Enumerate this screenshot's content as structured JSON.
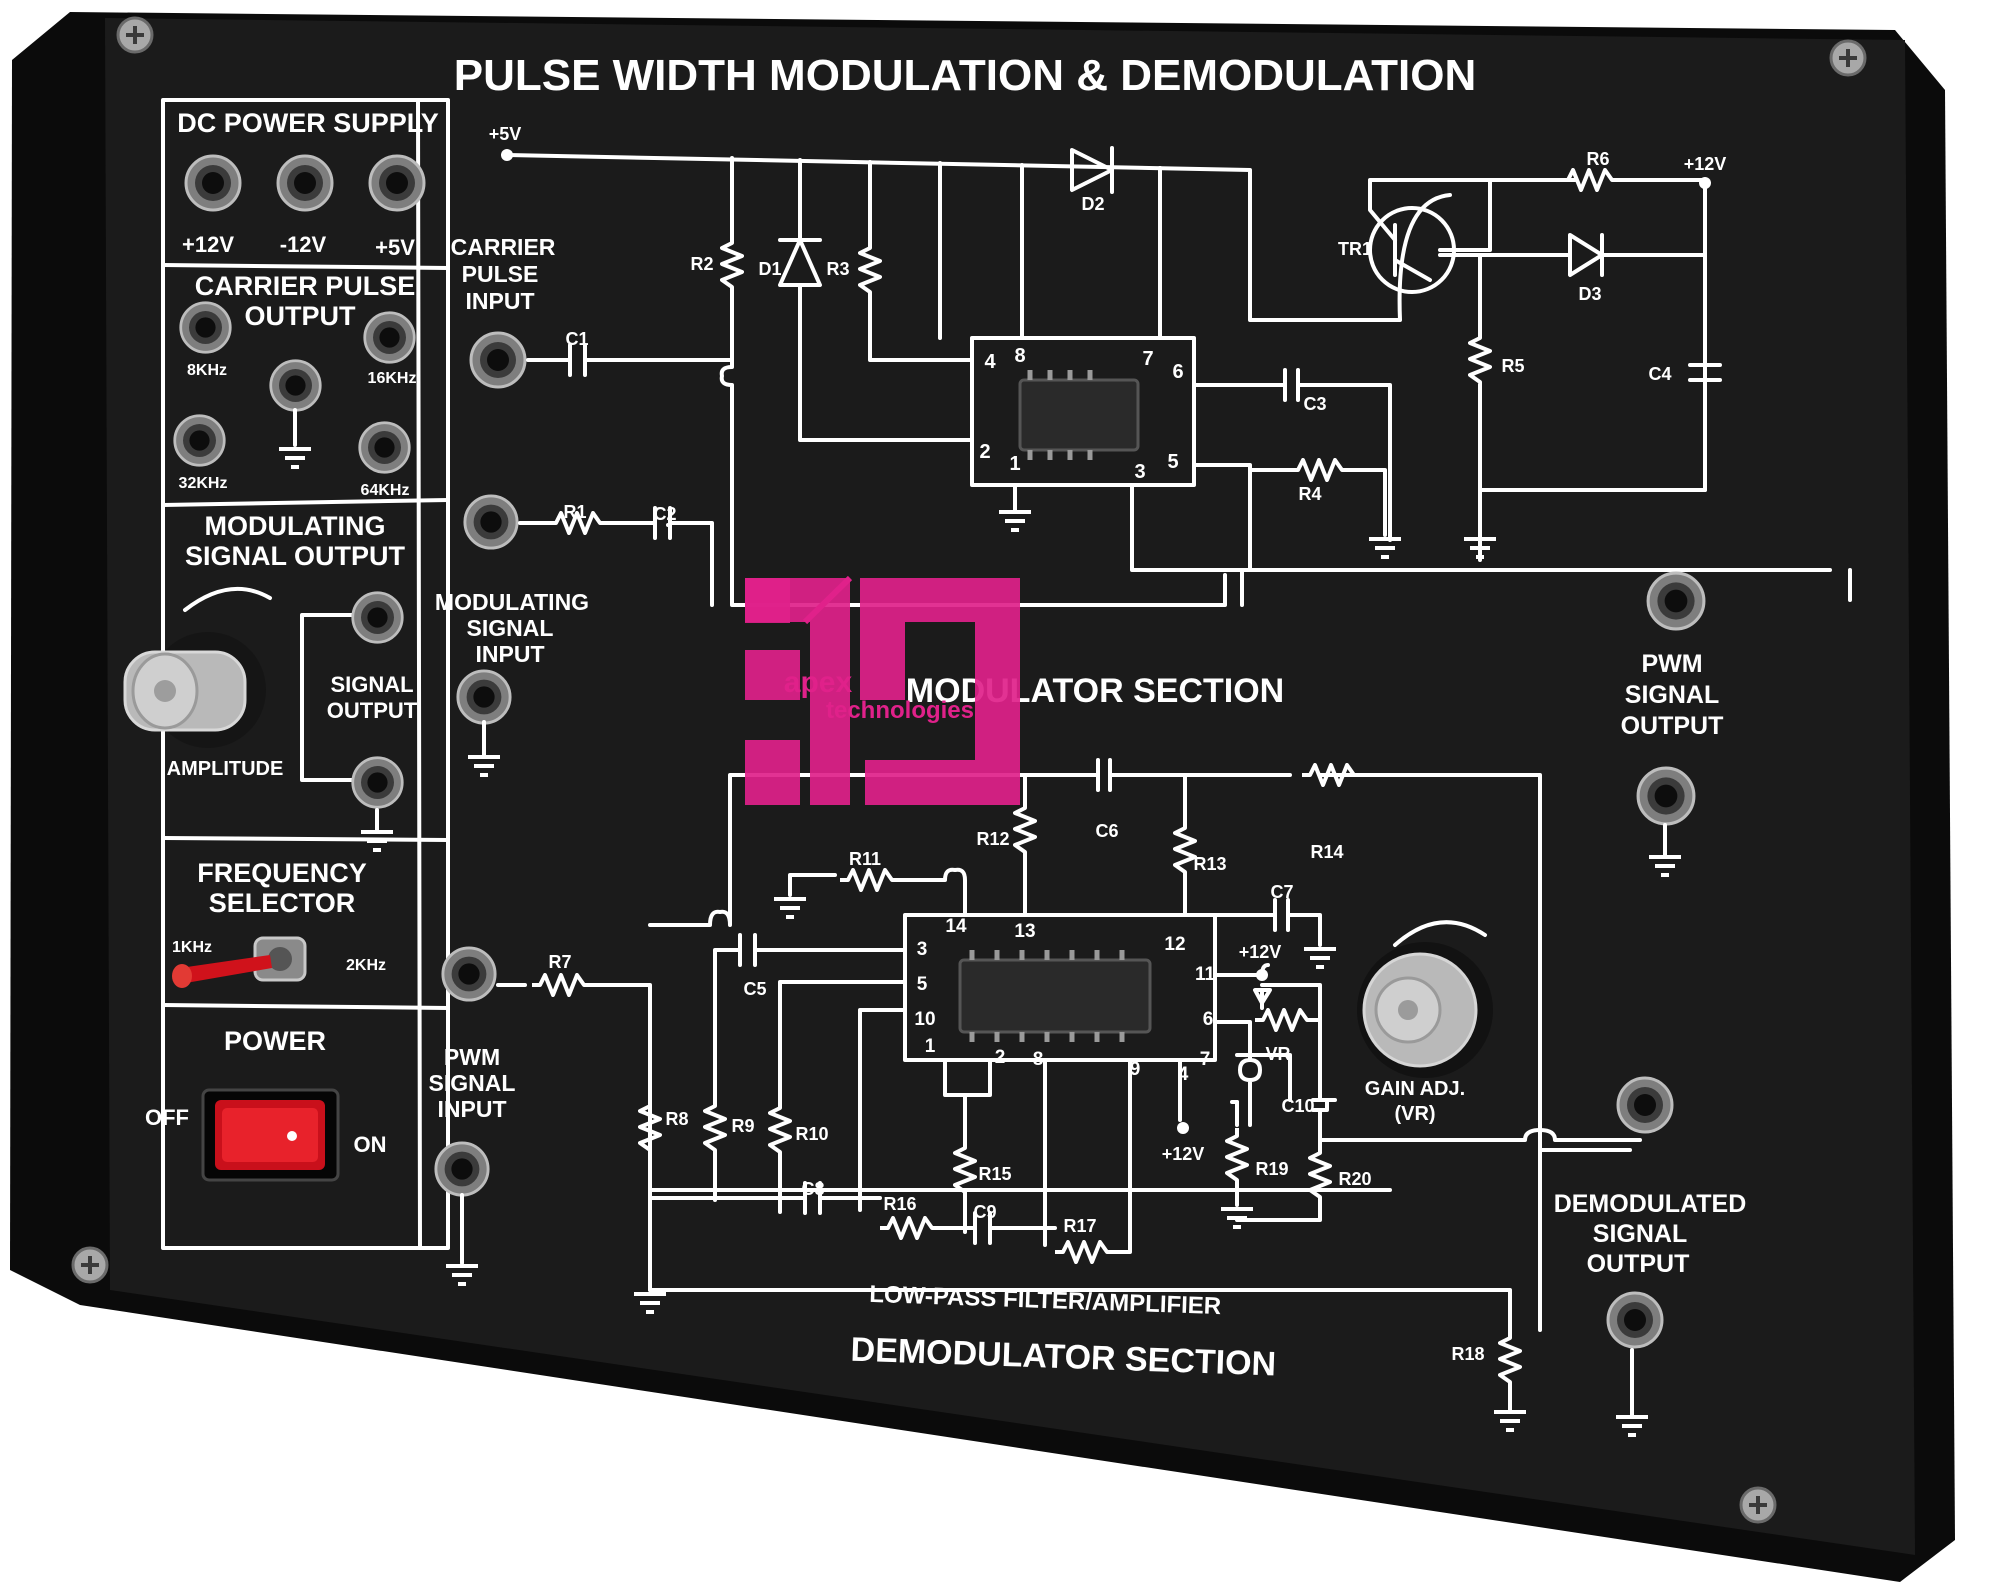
{
  "panel": {
    "title": "PULSE WIDTH MODULATION & DEMODULATION",
    "colors": {
      "panel": "#1a1a1a",
      "panel_edge": "#0b0b0b",
      "ink": "#ffffff",
      "logo": "#e0218a",
      "switch_red": "#d0121b"
    }
  },
  "dc_power": {
    "title": "DC POWER SUPPLY",
    "jacks": [
      "+12V",
      "-12V",
      "+5V"
    ]
  },
  "carrier": {
    "title_line1": "CARRIER PULSE",
    "title_line2": "OUTPUT",
    "labels": [
      "8KHz",
      "16KHz",
      "32KHz",
      "64KHz"
    ]
  },
  "modulating_output": {
    "title_line1": "MODULATING",
    "title_line2": "SIGNAL OUTPUT",
    "signal_line1": "SIGNAL",
    "signal_line2": "OUTPUT",
    "knob_label": "AMPLITUDE"
  },
  "frequency": {
    "title_line1": "FREQUENCY",
    "title_line2": "SELECTOR",
    "left": "1KHz",
    "right": "2KHz"
  },
  "power": {
    "title": "POWER",
    "off": "OFF",
    "on": "ON"
  },
  "inputs": {
    "carrier": [
      "CARRIER",
      "PULSE",
      "INPUT"
    ],
    "modulating": [
      "MODULATING",
      "SIGNAL",
      "INPUT"
    ],
    "pwm": [
      "PWM",
      "SIGNAL",
      "INPUT"
    ]
  },
  "outputs": {
    "pwm": [
      "PWM",
      "SIGNAL",
      "OUTPUT"
    ],
    "demod": [
      "DEMODULATED",
      "SIGNAL",
      "OUTPUT"
    ]
  },
  "sections": {
    "modulator": "MODULATOR SECTION",
    "demodulator": "DEMODULATOR SECTION",
    "lowpass": "LOW-PASS FILTER/AMPLIFIER",
    "gain_line1": "GAIN ADJ.",
    "gain_line2": "(VR)"
  },
  "logo": {
    "line1": "apex",
    "line2": "technologies"
  },
  "components": {
    "plus5v": "+5V",
    "plus12v": "+12V",
    "r1": "R1",
    "r2": "R2",
    "r3": "R3",
    "r4": "R4",
    "r5": "R5",
    "r6": "R6",
    "r7": "R7",
    "r8": "R8",
    "r9": "R9",
    "r10": "R10",
    "r11": "R11",
    "r12": "R12",
    "r13": "R13",
    "r14": "R14",
    "r15": "R15",
    "r16": "R16",
    "r17": "R17",
    "r18": "R18",
    "r19": "R19",
    "r20": "R20",
    "c1": "C1",
    "c2": "C2",
    "c3": "C3",
    "c4": "C4",
    "c5": "C5",
    "c6": "C6",
    "c7": "C7",
    "c8": "C8",
    "c9": "C9",
    "c10": "C10",
    "d1": "D1",
    "d2": "D2",
    "d3": "D3",
    "tr1": "TR1",
    "vr": "VR",
    "ic1_pins": [
      "8",
      "7",
      "4",
      "6",
      "2",
      "1",
      "3",
      "5"
    ],
    "ic2_pins": [
      "14",
      "13",
      "12",
      "3",
      "5",
      "10",
      "1",
      "2",
      "8",
      "9",
      "4",
      "11",
      "6",
      "7"
    ]
  }
}
